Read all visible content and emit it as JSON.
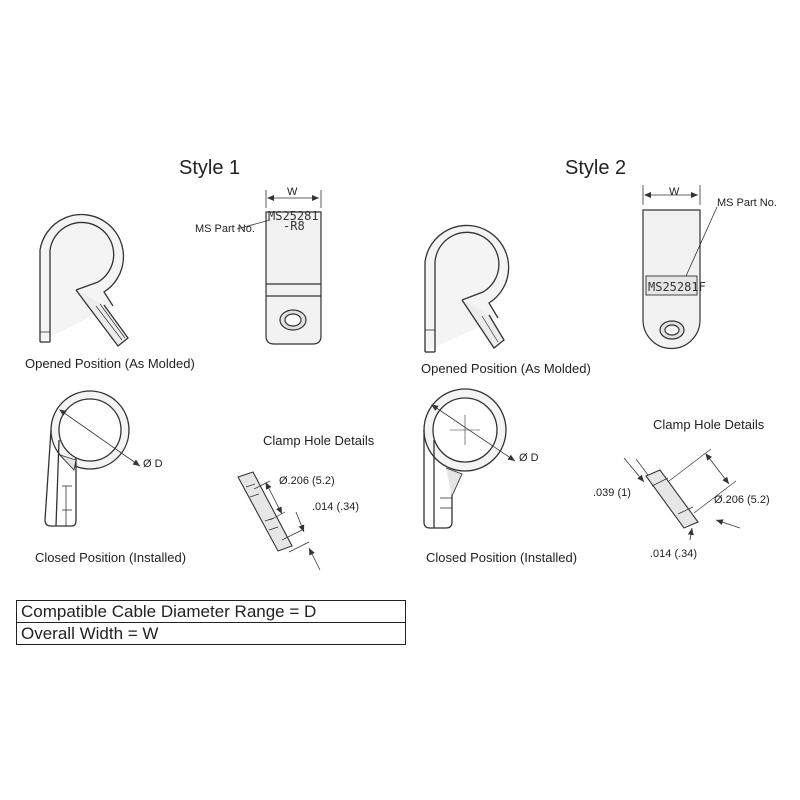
{
  "styles": [
    {
      "title": "Style 1",
      "opened_caption": "Opened Position (As Molded)",
      "closed_caption": "Closed Position (Installed)",
      "side_view": {
        "width_label": "W",
        "ms_label": "MS Part No.",
        "stamp_line1": "MS25281",
        "stamp_line2": "-R8"
      },
      "diameter_label": "Ø D",
      "hole_details": {
        "title": "Clamp Hole Details",
        "hole_dia": "Ø.206 (5.2)",
        "thickness": ".014 (.34)"
      }
    },
    {
      "title": "Style 2",
      "opened_caption": "Opened Position (As Molded)",
      "closed_caption": "Closed Position (Installed)",
      "side_view": {
        "width_label": "W",
        "ms_label": "MS Part No.",
        "stamp_line1": "MS25281F"
      },
      "diameter_label": "Ø D",
      "hole_details": {
        "title": "Clamp Hole Details",
        "depth": ".039 (1)",
        "hole_dia": "Ø.206 (5.2)",
        "thickness": ".014 (.34)"
      }
    }
  ],
  "legend": [
    "Compatible Cable Diameter Range = D",
    "Overall Width = W"
  ],
  "colors": {
    "line": "#333333",
    "fill_light": "#f2f2f2",
    "fill_mid": "#dcdcdc"
  }
}
